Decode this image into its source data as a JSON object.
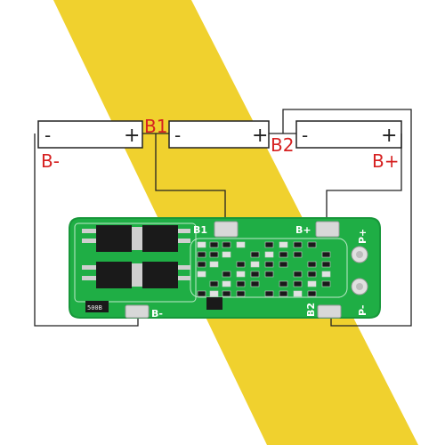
{
  "labels": {
    "b1": "B1",
    "b2": "B2",
    "b_minus": "B-",
    "b_plus": "B+"
  },
  "cells": [
    {
      "negative": "-",
      "positive": "+"
    },
    {
      "negative": "-",
      "positive": "+"
    },
    {
      "negative": "-",
      "positive": "+"
    }
  ],
  "board": {
    "silk_b1": "B1",
    "silk_b_plus": "B+",
    "silk_p_plus": "P+",
    "silk_p_minus": "P-",
    "silk_b2": "B2",
    "silk_b_minus": "B-",
    "resistor_code": "500B"
  },
  "colors": {
    "yellow_band": "#f0d12e",
    "pcb": "#1fae45",
    "pcb_edge": "#17973a",
    "pad": "#d8d8d8",
    "label_red": "#d62020",
    "wire": "#222222"
  }
}
